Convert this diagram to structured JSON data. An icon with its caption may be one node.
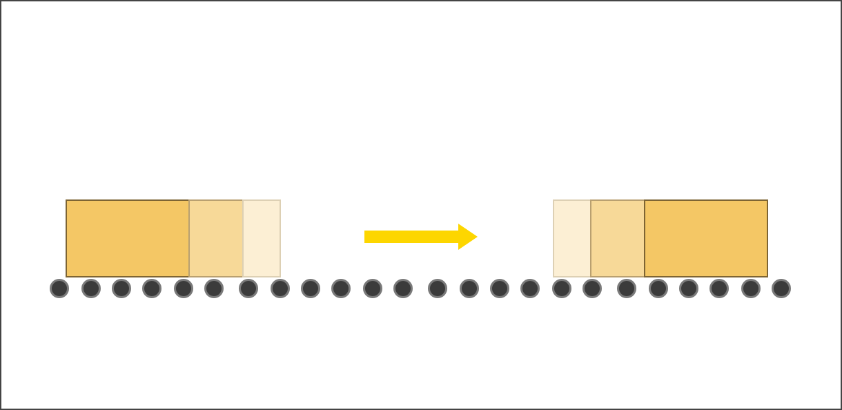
{
  "diagram": {
    "nodes": [
      {
        "text": [],
        "shape": "box"
      },
      {
        "text": [],
        "shape": "box"
      },
      {
        "text": [],
        "shape": "box"
      },
      {
        "text": [],
        "shape": "box"
      },
      {
        "text": [],
        "shape": "box"
      },
      {
        "text": [],
        "shape": "box"
      }
    ]
  }
}
